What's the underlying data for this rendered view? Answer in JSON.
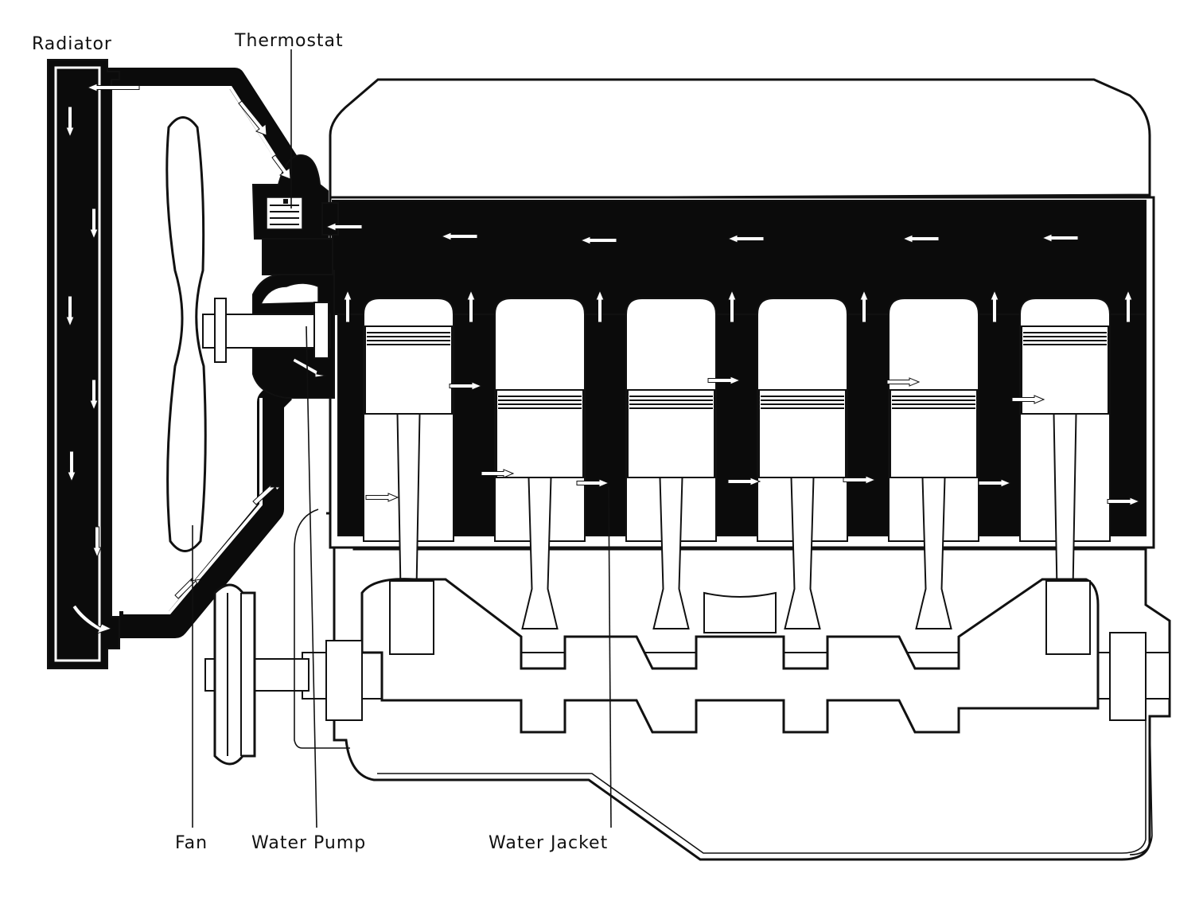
{
  "labels": {
    "radiator": "Radiator",
    "thermostat": "Thermostat",
    "fan": "Fan",
    "water_pump": "Water Pump",
    "water_jacket": "Water Jacket"
  },
  "colors": {
    "coolant": "#0b0b0b",
    "metal": "#ffffff",
    "ink": "#111111"
  }
}
